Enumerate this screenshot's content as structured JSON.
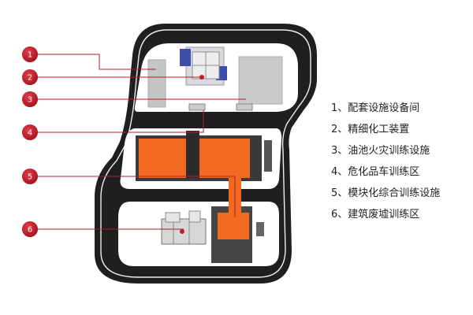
{
  "markers": [
    {
      "number": "1",
      "label": "配套设施设备间"
    },
    {
      "number": "2",
      "label": "精细化工装置"
    },
    {
      "number": "3",
      "label": "油池火灾训练设施"
    },
    {
      "number": "4",
      "label": "危化品车训练区"
    },
    {
      "number": "5",
      "label": "模块化综合训练设施"
    },
    {
      "number": "6",
      "label": "建筑废墟训练区"
    }
  ],
  "legend": [
    {
      "index": "1、",
      "label": "配套设施设备间"
    },
    {
      "index": "2、",
      "label": "精细化工装置"
    },
    {
      "index": "3、",
      "label": "油池火灾训练设施"
    },
    {
      "index": "4、",
      "label": "危化品车训练区"
    },
    {
      "index": "5、",
      "label": "模块化综合训练设施"
    },
    {
      "index": "6、",
      "label": "建筑废墟训练区"
    }
  ],
  "colors": {
    "marker": "#c81a2a",
    "leader": "#b01e2a",
    "track": "#1f1f1f",
    "ground": "#ffffff",
    "vehicle": "#f26a1f",
    "building": "#bfc0c2"
  }
}
